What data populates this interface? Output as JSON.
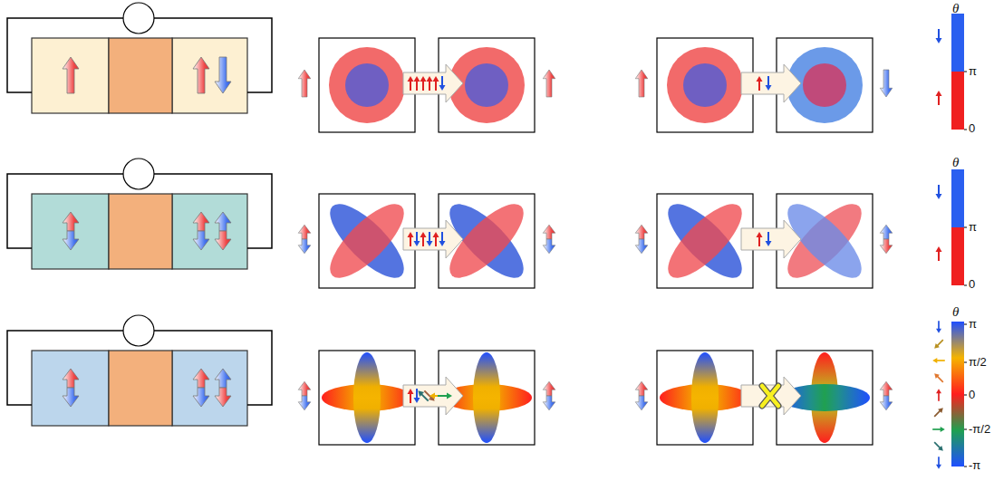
{
  "diagram": {
    "labels": [
      "θ",
      "π",
      "0",
      "θ",
      "π",
      "0",
      "θ",
      "π",
      "π/2",
      "0",
      "-π/2",
      "-π"
    ]
  }
}
